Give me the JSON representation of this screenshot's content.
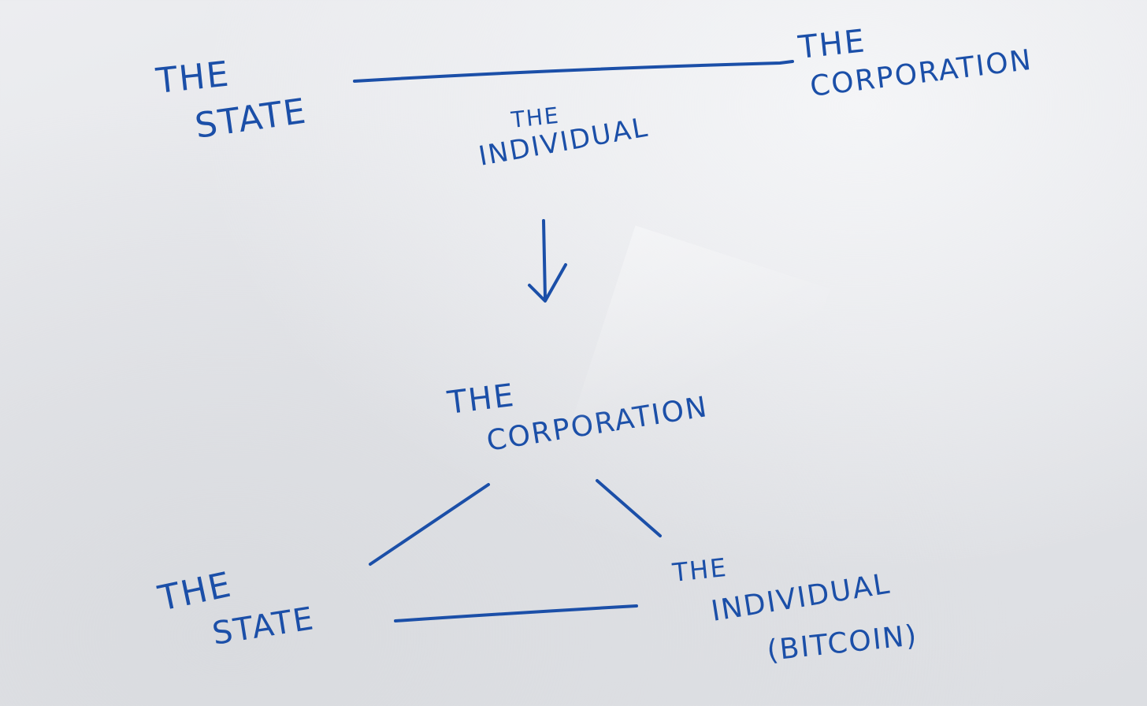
{
  "top": {
    "state": [
      "THE",
      "STATE"
    ],
    "corporation": [
      "THE",
      "CORPORATION"
    ],
    "individual": [
      "THE",
      "INDIVIDUAL"
    ]
  },
  "bottom": {
    "corporation": [
      "THE",
      "CORPORATION"
    ],
    "state": [
      "THE",
      "STATE"
    ],
    "individual": [
      "THE",
      "INDIVIDUAL",
      "(BITCOIN)"
    ]
  },
  "ink_color": "#1b4fa8"
}
